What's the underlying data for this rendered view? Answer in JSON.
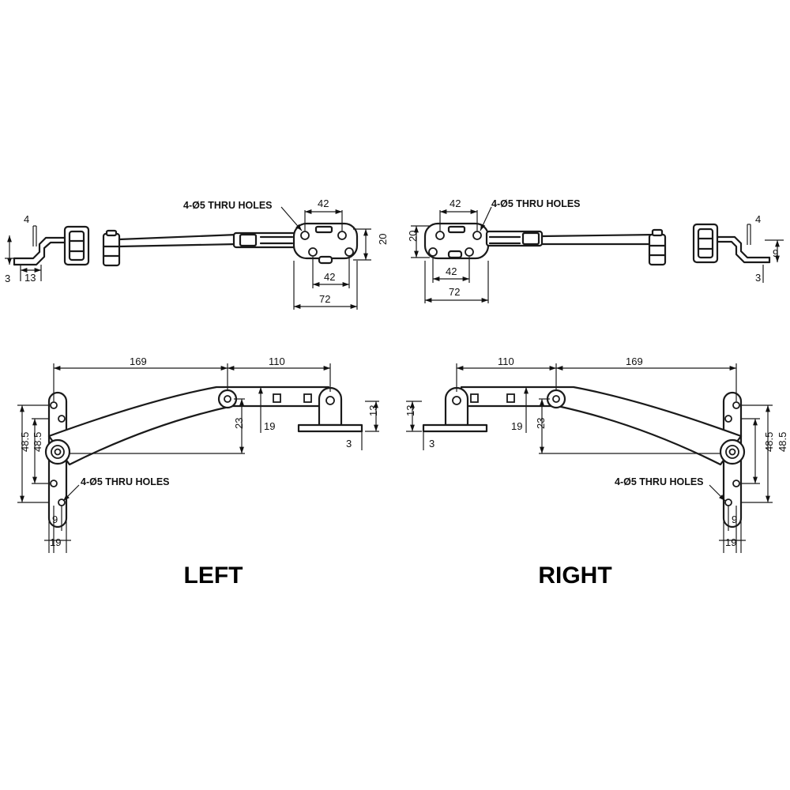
{
  "titles": {
    "left": "LEFT",
    "right": "RIGHT"
  },
  "notes": {
    "left_top": "4-Ø5 THRU HOLES",
    "right_top": "4-Ø5 THRU HOLES",
    "left_bottom": "4-Ø5 THRU HOLES",
    "right_bottom": "4-Ø5 THRU HOLES"
  },
  "dims": {
    "left_side": {
      "d4": "4",
      "d3": "3",
      "d13": "13"
    },
    "right_side": {
      "d4": "4",
      "d9": "9",
      "d3": "3"
    },
    "left_plate": {
      "w42_top": "42",
      "h20": "20",
      "w42_bottom": "42",
      "w72": "72"
    },
    "right_plate": {
      "w42_top": "42",
      "h20": "20",
      "w42_bottom": "42",
      "w72": "72"
    },
    "left_front": {
      "d169": "169",
      "d110": "110",
      "d48a": "48.5",
      "d48b": "48.5",
      "d23": "23",
      "d19v": "19",
      "d13": "13",
      "d3": "3",
      "d9": "9",
      "d19h": "19"
    },
    "right_front": {
      "d110": "110",
      "d169": "169",
      "d13": "13",
      "d3": "3",
      "d19v": "19",
      "d23": "23",
      "d48a": "48.5",
      "d48b": "48.5",
      "d9": "9",
      "d19h": "19"
    }
  }
}
